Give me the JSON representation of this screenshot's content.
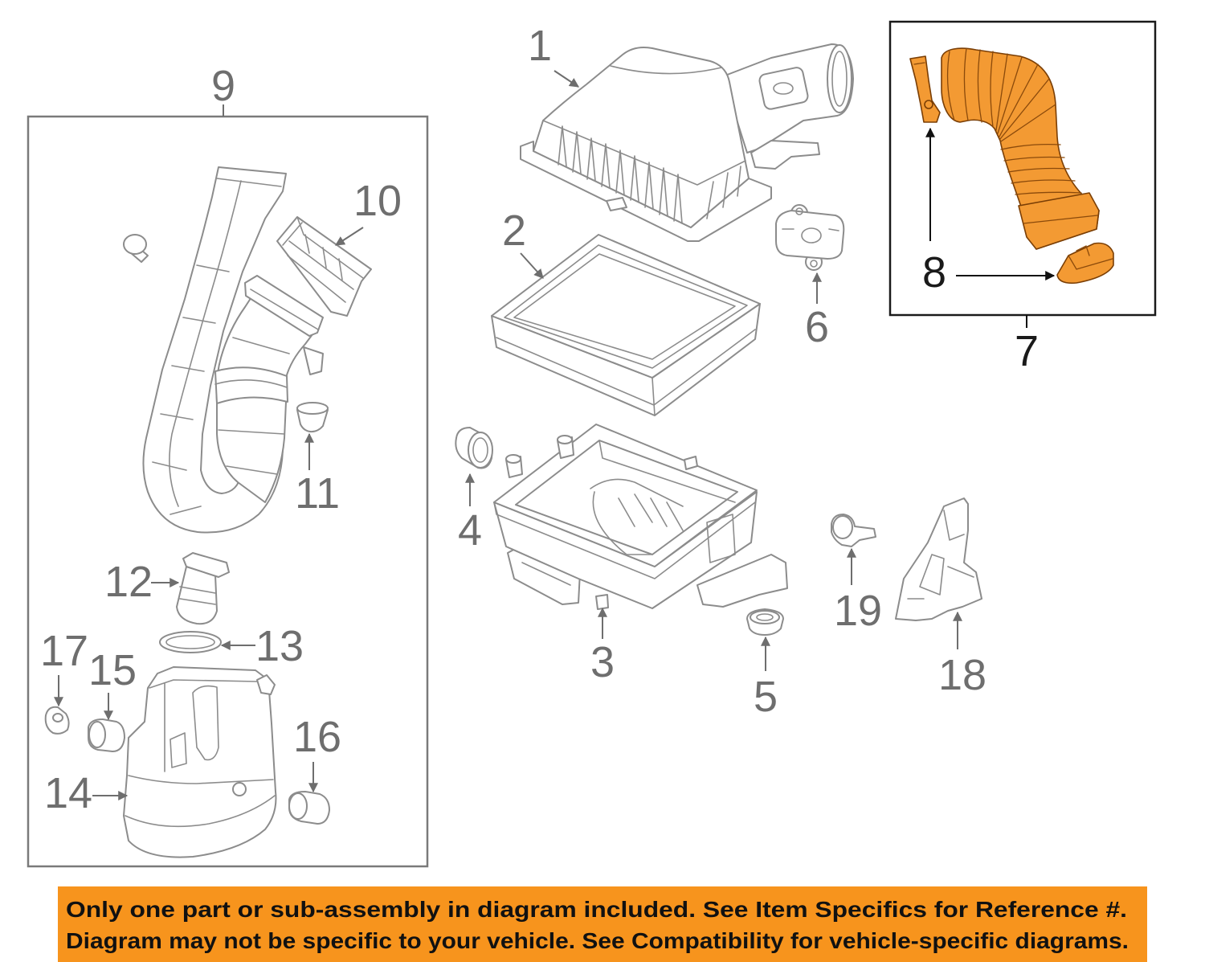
{
  "diagram": {
    "callouts": [
      "1",
      "2",
      "3",
      "4",
      "5",
      "6",
      "7",
      "8",
      "9",
      "10",
      "11",
      "12",
      "13",
      "14",
      "15",
      "16",
      "17",
      "18",
      "19"
    ]
  },
  "notice_banner": {
    "line1": "Only one part or sub-assembly in diagram included. See Item Specifics for Reference #.",
    "line2": "Diagram may not be specific to your vehicle. See Compatibility for vehicle-specific diagrams."
  },
  "colors": {
    "banner": "#F7941D",
    "highlighted_part": "#F39A33",
    "line_art": "#8C8C8C",
    "callout_text": "#6E6E6E",
    "highlight_callout_text": "#1A1A1A"
  }
}
